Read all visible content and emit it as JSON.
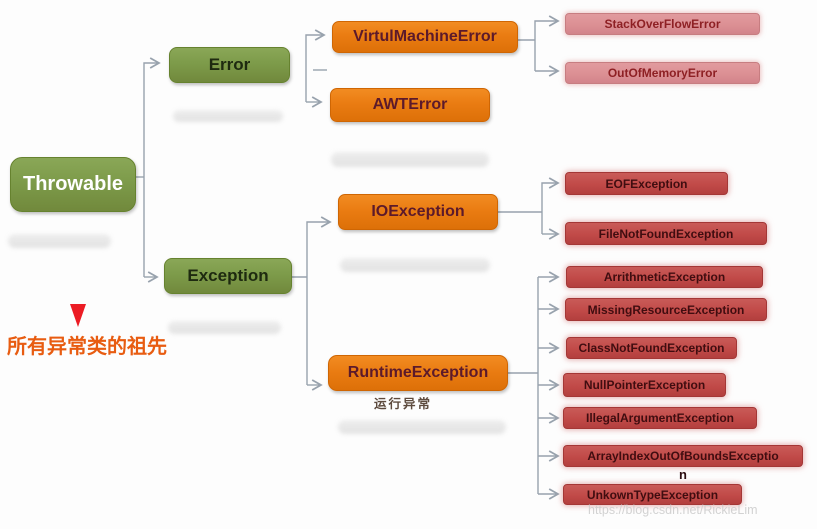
{
  "nodes": {
    "throwable": "Throwable",
    "error": "Error",
    "exception": "Exception",
    "virtual_machine_error": "VirtulMachineError",
    "awt_error": "AWTError",
    "io_exception": "IOException",
    "runtime_exception": "RuntimeException",
    "stack_overflow_error": "StackOverFlowError",
    "out_of_memory_error": "OutOfMemoryError",
    "eof_exception": "EOFException",
    "file_not_found_exception": "FileNotFoundException"
  },
  "runtime_children": [
    {
      "label": "ArrithmeticException"
    },
    {
      "label": "MissingResourceException"
    },
    {
      "label": "ClassNotFoundException"
    },
    {
      "label": "NullPointerException"
    },
    {
      "label": "IllegalArgumentException"
    },
    {
      "label": "ArrayIndexOutOfBoundsExceptio",
      "overflow": "n"
    },
    {
      "label": "UnkownTypeException"
    }
  ],
  "annotations": {
    "throwable_note": "所有异常类的祖先",
    "runtime_note": "运行异常",
    "watermark": "https://blog.csdn.net/RickieLim"
  },
  "colors": {
    "green_fill": "#7d9b4a",
    "orange_fill": "#ea7c12",
    "pink_fill": "#dc9094",
    "red_fill": "#c14a48",
    "connector_gray": "#98a2ad",
    "arrow_red": "#ec1c24",
    "note_orange": "#e85c11"
  }
}
